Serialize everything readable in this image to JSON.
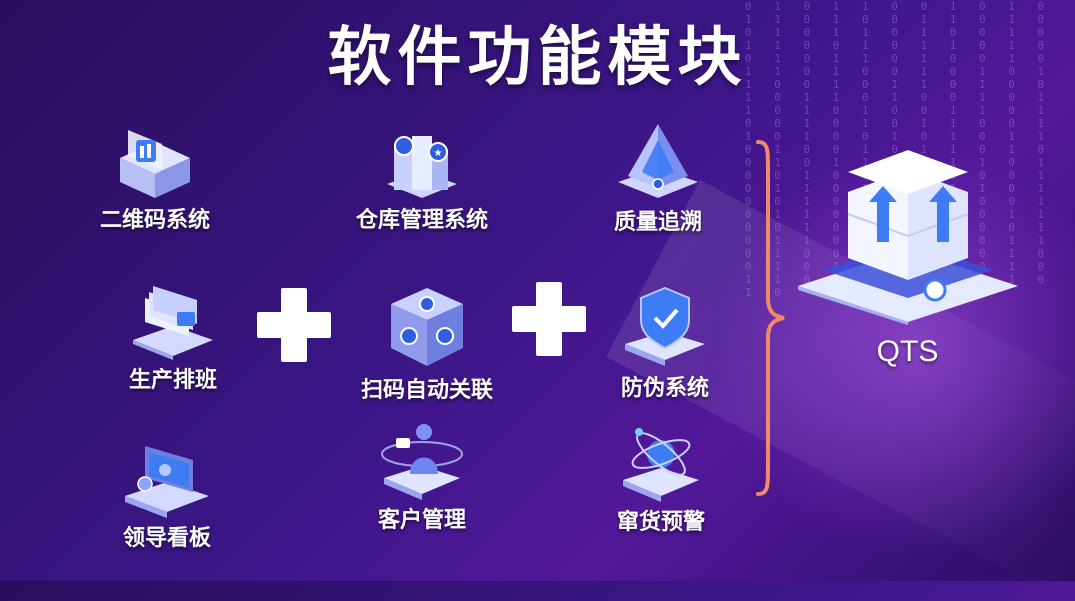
{
  "title": "软件功能模块",
  "modules": {
    "qrcode": "二维码系统",
    "warehouse": "仓库管理系统",
    "quality": "质量追溯",
    "scheduling": "生产排班",
    "scan": "扫码自动关联",
    "anticounterfeit": "防伪系统",
    "dashboard": "领导看板",
    "customer": "客户管理",
    "diversion": "窜货预警"
  },
  "qts": "QTS",
  "colors": {
    "background": "#3a1685",
    "accent_blue": "#3e7cf5",
    "brace": "#f08a6a",
    "text": "#ffffff"
  },
  "icons": [
    "qrcode-box-icon",
    "warehouse-building-icon",
    "quality-pyramid-icon",
    "scheduling-files-icon",
    "scan-cube-icon",
    "shield-icon",
    "dashboard-board-icon",
    "customer-person-icon",
    "atom-warning-icon",
    "server-upload-icon"
  ]
}
